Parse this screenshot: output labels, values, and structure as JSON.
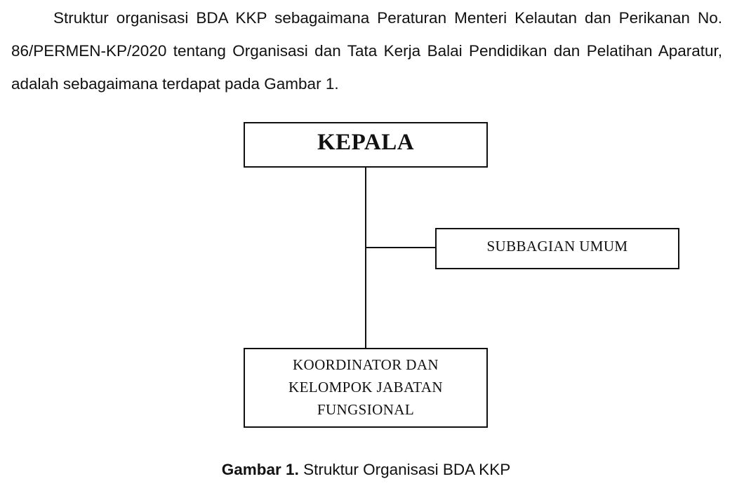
{
  "paragraph": "Struktur organisasi BDA KKP sebagaimana Peraturan Menteri Kelautan dan Perikanan No. 86/PERMEN-KP/2020 tentang Organisasi dan Tata Kerja Balai Pendidikan dan Pelatihan Aparatur, adalah sebagaimana terdapat pada Gambar 1.",
  "org_chart": {
    "head": "KEPALA",
    "staff_unit": "SUBBAGIAN UMUM",
    "functional_group_lines": [
      "KOORDINATOR DAN",
      "KELOMPOK JABATAN",
      "FUNGSIONAL"
    ]
  },
  "caption": {
    "label": "Gambar 1.",
    "text": "Struktur Organisasi BDA KKP"
  }
}
